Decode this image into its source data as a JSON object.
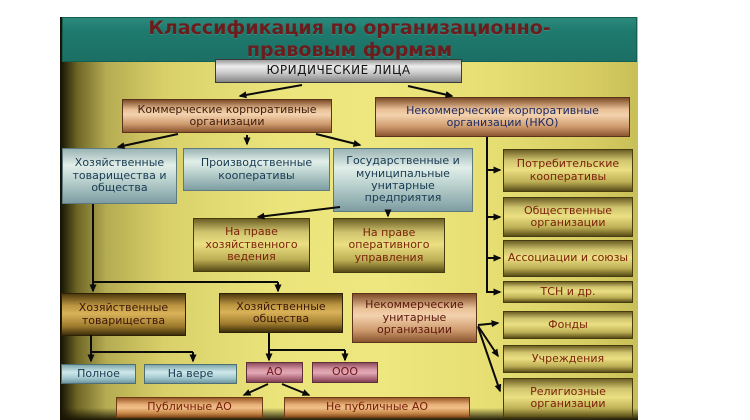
{
  "title": "Классификация по организационно-правовым формам",
  "colors": {
    "banner_teal": "#1f7a6e",
    "title_red": "#6b1d1d",
    "root_gray": "#cfcfcf",
    "corporate_copper": "#e9c096",
    "group_blue": "#b7cfcc",
    "right_olive": "#ece083",
    "mid_gold": "#d9b258",
    "small_blue": "#cfe8ea",
    "small_pink": "#d898a6",
    "bottom_orange": "#e8b078",
    "connector_black": "#0a0a0a"
  },
  "nodes": {
    "juridical": "ЮРИДИЧЕСКИЕ ЛИЦА",
    "commercial": "Коммерческие корпоративные организации",
    "nko": "Некоммерческие корпоративные организации (НКО)",
    "hoz_tov_obsh": "Хозяйственные товарищества и общества",
    "proizv_koop": "Производственные кооперативы",
    "gos_unitar": "Государственные и муниципальные унитарные предприятия",
    "na_prave_hoz": "На праве хозяйственного ведения",
    "na_prave_oper": "На праве оперативного управления",
    "potreb_koop": "Потребительские кооперативы",
    "obsh_org": "Общественные организации",
    "assoc": "Ассоциации и союзы",
    "tsn": "ТСН и др.",
    "fondy": "Фонды",
    "uchrezhdeniya": "Учреждения",
    "relig_org": "Религиозные организации",
    "hoz_tov": "Хозяйственные товарищества",
    "hoz_obsh": "Хозяйственные общества",
    "nko_unitar": "Некоммерческие унитарные организации",
    "polnoe": "Полное",
    "na_vere": "На вере",
    "ao": "АО",
    "ooo": "ООО",
    "pub_ao": "Публичные АО",
    "nepub_ao": "Не публичные АО"
  }
}
